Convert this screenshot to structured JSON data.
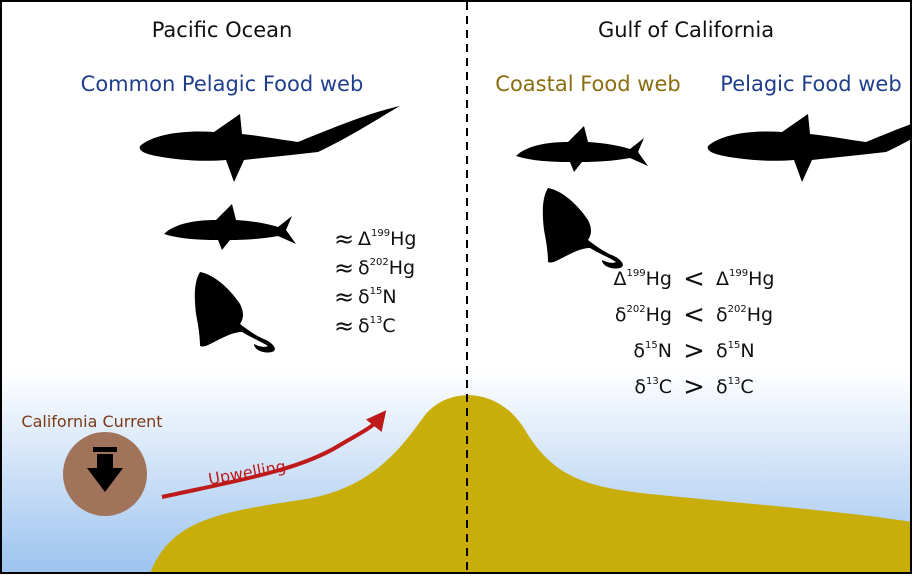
{
  "colors": {
    "pelagic_label": "#1f3e8c",
    "coastal_label": "#8a6d10",
    "current_label": "#7a3a18",
    "upwelling": "#bf1a1a",
    "seamount": "#c9ad08",
    "water_top": "#ffffff",
    "water_bottom": "#9cc3ef",
    "current_circle": "#a0735a",
    "silhouette": "#000000"
  },
  "left": {
    "title": "Pacific Ocean",
    "web_label": "Common Pelagic Food web",
    "isotopes": [
      {
        "symbol": "≈",
        "greek": "Δ",
        "mass": "199",
        "element": "Hg"
      },
      {
        "symbol": "≈",
        "greek": "δ",
        "mass": "202",
        "element": "Hg"
      },
      {
        "symbol": "≈",
        "greek": "δ",
        "mass": "15",
        "element": "N"
      },
      {
        "symbol": "≈",
        "greek": "δ",
        "mass": "13",
        "element": "C"
      }
    ],
    "current_label": "California Current",
    "upwelling_label": "Upwelling"
  },
  "right": {
    "title": "Gulf of California",
    "coastal_label": "Coastal Food web",
    "pelagic_label": "Pelagic Food web",
    "comparisons": [
      {
        "left_greek": "Δ",
        "left_mass": "199",
        "left_element": "Hg",
        "operator": "<",
        "right_greek": "Δ",
        "right_mass": "199",
        "right_element": "Hg"
      },
      {
        "left_greek": "δ",
        "left_mass": "202",
        "left_element": "Hg",
        "operator": "<",
        "right_greek": "δ",
        "right_mass": "202",
        "right_element": "Hg"
      },
      {
        "left_greek": "δ",
        "left_mass": "15",
        "left_element": "N",
        "operator": ">",
        "right_greek": "δ",
        "right_mass": "15",
        "right_element": "N"
      },
      {
        "left_greek": "δ",
        "left_mass": "13",
        "left_element": "C",
        "operator": ">",
        "right_greek": "δ",
        "right_mass": "13",
        "right_element": "C"
      }
    ]
  },
  "icons": [
    "thresher-shark-icon",
    "shark-icon",
    "manta-ray-icon",
    "down-arrow-icon"
  ]
}
